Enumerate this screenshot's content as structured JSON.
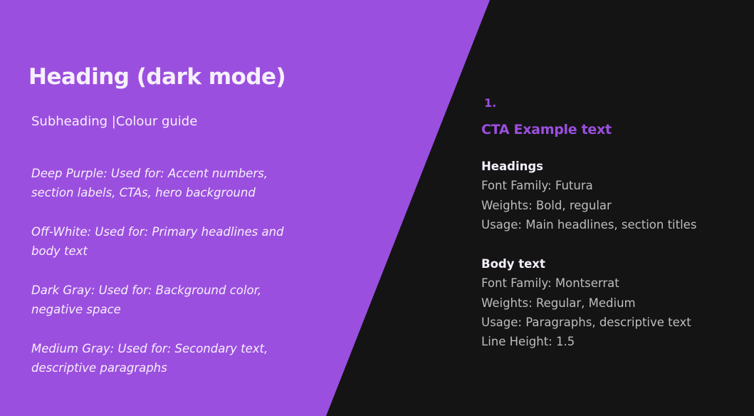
{
  "colors": {
    "deep_purple": "#9b4fdf",
    "off_white": "#f6f0fb",
    "dark_gray": "#141414",
    "medium_gray": "#bdbdbd"
  },
  "left": {
    "heading": "Heading (dark mode)",
    "subheading": "Subheading  |Colour guide",
    "colour_guide": [
      "Deep Purple: Used for: Accent numbers, section labels, CTAs, hero background",
      "Off-White: Used for: Primary headlines and body text",
      "Dark Gray: Used for: Background color, negative space",
      "Medium Gray: Used for: Secondary text, descriptive paragraphs"
    ]
  },
  "right": {
    "number": "1.",
    "cta": "CTA Example text",
    "headings_spec": {
      "title": "Headings",
      "lines": [
        "Font Family: Futura",
        "Weights: Bold, regular",
        "Usage: Main headlines, section titles"
      ]
    },
    "body_spec": {
      "title": "Body text",
      "lines": [
        "Font Family: Montserrat",
        "Weights: Regular, Medium",
        "Usage: Paragraphs, descriptive text",
        "Line Height: 1.5"
      ]
    }
  }
}
